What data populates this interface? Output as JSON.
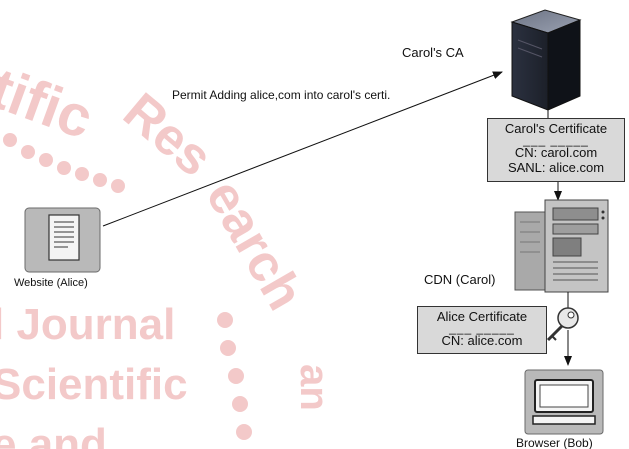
{
  "watermark": {
    "lines": [
      "tific",
      "Res",
      "earch",
      "l Journal",
      "Scientific",
      "e and",
      "an"
    ]
  },
  "nodes": {
    "ca_label": "Carol's CA",
    "website_label": "Website (Alice)",
    "cdn_label": "CDN (Carol)",
    "browser_label": "Browser (Bob)"
  },
  "edge_label": "Permit Adding alice,com into carol's certi.",
  "carol_certificate": {
    "title": "Carol's Certificate",
    "dashes": "___ _____",
    "cn": "CN: carol.com",
    "san": "SANL: alice.com"
  },
  "alice_certificate": {
    "title": "Alice Certificate",
    "dashes": "___ _____",
    "cn": "CN: alice.com"
  }
}
